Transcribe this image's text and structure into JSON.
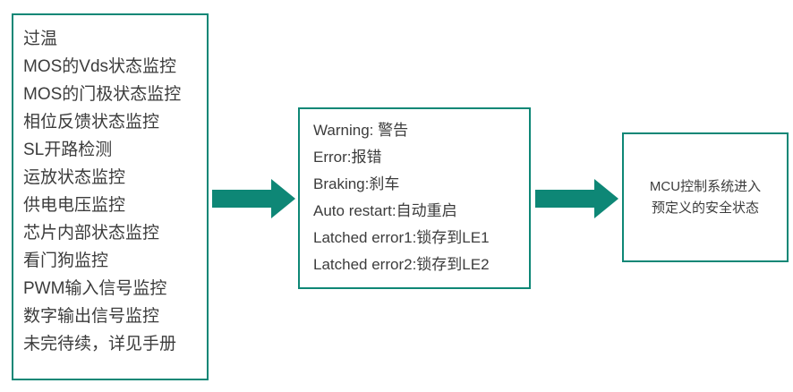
{
  "diagram": {
    "accent_color": "#0E8776",
    "text_color": "#3C3C3C",
    "monitor_box": {
      "items": [
        "过温",
        "MOS的Vds状态监控",
        "MOS的门极状态监控",
        "相位反馈状态监控",
        "SL开路检测",
        "运放状态监控",
        "供电电压监控",
        "芯片内部状态监控",
        "看门狗监控",
        "PWM输入信号监控",
        "数字输出信号监控",
        "未完待续，详见手册"
      ]
    },
    "reaction_box": {
      "items": [
        "Warning: 警告",
        "Error:报错",
        "Braking:刹车",
        "Auto restart:自动重启",
        "Latched error1:锁存到LE1",
        "Latched error2:锁存到LE2"
      ]
    },
    "result_box": {
      "line1": "MCU控制系统进入",
      "line2": "预定义的安全状态"
    }
  }
}
